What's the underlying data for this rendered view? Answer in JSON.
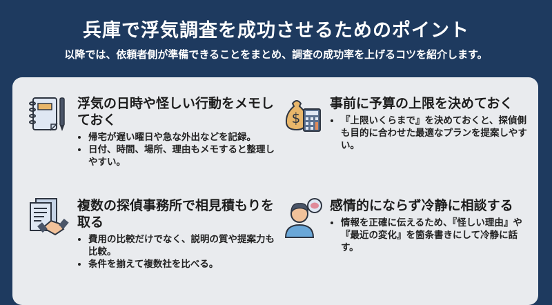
{
  "header": {
    "title": "兵庫で浮気調査を成功させるためのポイント",
    "subtitle": "以降では、依頼者側が準備できることをまとめ、調査の成功率を上げるコツを紹介します。"
  },
  "tips": [
    {
      "icon": "notebook-pen-icon",
      "title": "浮気の日時や怪しい行動をメモしておく",
      "bullets": [
        "帰宅が遅い曜日や急な外出などを記録。",
        "日付、時間、場所、理由もメモすると整理しやすい。"
      ]
    },
    {
      "icon": "money-bag-calculator-icon",
      "title": "事前に予算の上限を決めておく",
      "bullets": [
        "『上限いくらまで』を決めておくと、探偵側も目的に合わせた最適なプランを提案しやすい。"
      ]
    },
    {
      "icon": "documents-handshake-icon",
      "title": "複数の探偵事務所で相見積もりを取る",
      "bullets": [
        "費用の比較だけでなく、説明の質や提案力も比較。",
        "条件を揃えて複数社を比べる。"
      ]
    },
    {
      "icon": "calm-person-brain-icon",
      "title": "感情的にならず冷静に相談する",
      "bullets": [
        "情報を正確に伝えるため、『怪しい理由』や『最近の変化』を箇条書きにして冷静に話す。"
      ]
    }
  ],
  "colors": {
    "background": "#1e3a5f",
    "panel": "#e9ebee",
    "accent": "#e8b66a"
  }
}
